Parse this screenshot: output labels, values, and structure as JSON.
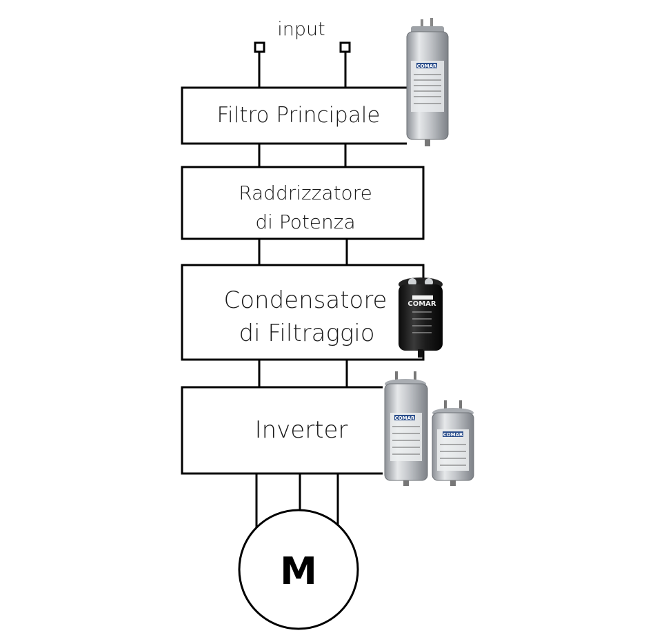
{
  "input_label": "input",
  "blocks": {
    "filtro": "Filtro Principale",
    "raddrizzatore_1": "Raddrizzatore",
    "raddrizzatore_2": "di Potenza",
    "condensatore_1": "Condensatore",
    "condensatore_2": "di Filtraggio",
    "inverter": "Inverter"
  },
  "motor_label": "M",
  "capacitor_brand": "COMAR"
}
